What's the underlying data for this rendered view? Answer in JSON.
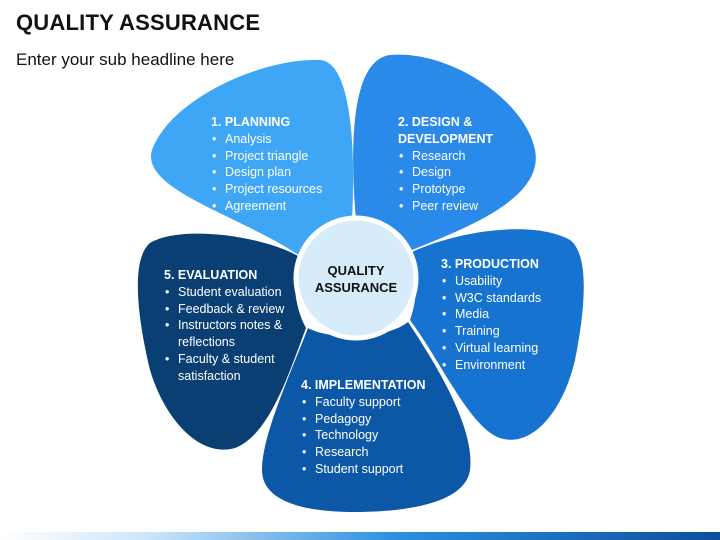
{
  "title": "QUALITY ASSURANCE",
  "subtitle": "Enter your sub headline here",
  "center": {
    "line1": "QUALITY",
    "line2": "ASSURANCE"
  },
  "colors": {
    "planning": "#3ea6f5",
    "design": "#2a8aea",
    "production": "#1673cf",
    "implementation": "#0d58a6",
    "evaluation": "#0a3f73",
    "center_fill": "#d6ecfa",
    "center_stroke": "#ffffff"
  },
  "sections": {
    "planning": {
      "heading": "1. PLANNING",
      "items": [
        "Analysis",
        "Project triangle",
        "Design plan",
        "Project resources",
        "Agreement"
      ]
    },
    "design": {
      "heading_line1": "2. DESIGN &",
      "heading_line2": "DEVELOPMENT",
      "items": [
        "Research",
        "Design",
        "Prototype",
        "Peer review"
      ]
    },
    "production": {
      "heading": "3. PRODUCTION",
      "items": [
        "Usability",
        "W3C standards",
        "Media",
        "Training",
        "Virtual learning",
        "Environment"
      ]
    },
    "implementation": {
      "heading": "4. IMPLEMENTATION",
      "items": [
        "Faculty support",
        "Pedagogy",
        "Technology",
        "Research",
        "Student support"
      ]
    },
    "evaluation": {
      "heading": "5. EVALUATION",
      "items": [
        "Student evaluation",
        "Feedback & review",
        "Instructors notes & reflections",
        "Faculty & student satisfaction"
      ]
    }
  }
}
